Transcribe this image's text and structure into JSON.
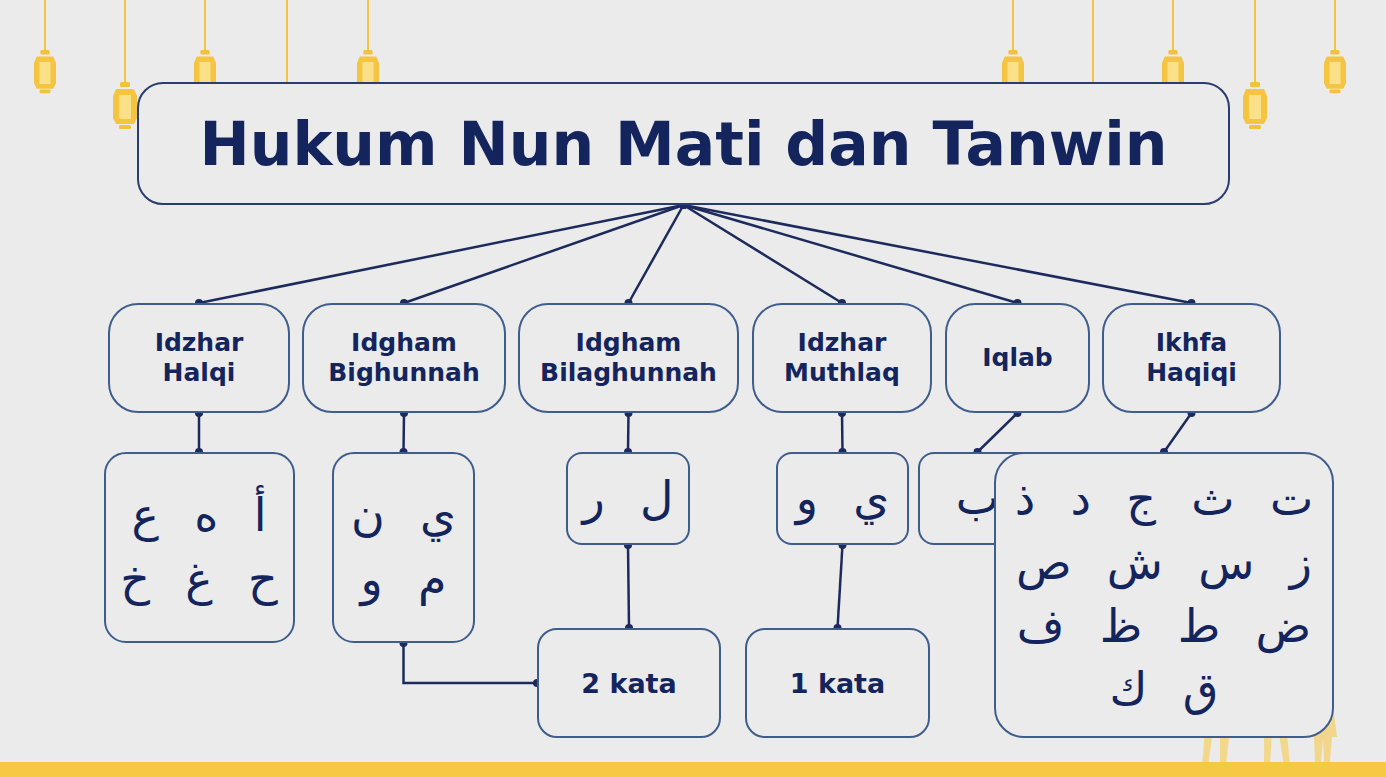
{
  "diagram": {
    "nodes": [
      {
        "text": [
          "Hukum Nun Mati dan Tanwin"
        ]
      },
      {
        "text": [
          "Idzhar Halqi"
        ]
      },
      {
        "text": [
          "Idgham Bighunnah"
        ]
      },
      {
        "text": [
          "Idgham Bilaghunnah"
        ]
      },
      {
        "text": [
          "Idzhar Muthlaq"
        ]
      },
      {
        "text": [
          "Iqlab"
        ]
      },
      {
        "text": [
          "Ikhfa Haqiqi"
        ]
      },
      {
        "text": [
          "أ ه ع ح غ خ"
        ]
      },
      {
        "text": [
          "ي ن م و"
        ]
      },
      {
        "text": [
          "ل ر"
        ]
      },
      {
        "text": [
          "ي و"
        ]
      },
      {
        "text": [
          "ب"
        ]
      },
      {
        "text": [
          "ت ث ج د ذ ز س ش ص ض ط ظ ف ق ك"
        ]
      },
      {
        "text": [
          "2 kata"
        ]
      },
      {
        "text": [
          "1 kata"
        ]
      }
    ],
    "edges": [
      {
        "from": 0,
        "to": 1,
        "arrow": "none"
      },
      {
        "from": 0,
        "to": 2,
        "arrow": "none"
      },
      {
        "from": 0,
        "to": 3,
        "arrow": "none"
      },
      {
        "from": 0,
        "to": 4,
        "arrow": "none"
      },
      {
        "from": 0,
        "to": 5,
        "arrow": "none"
      },
      {
        "from": 0,
        "to": 6,
        "arrow": "none"
      },
      {
        "from": 1,
        "to": 7,
        "arrow": "none"
      },
      {
        "from": 2,
        "to": 8,
        "arrow": "none"
      },
      {
        "from": 3,
        "to": 9,
        "arrow": "none"
      },
      {
        "from": 4,
        "to": 10,
        "arrow": "none"
      },
      {
        "from": 5,
        "to": 11,
        "arrow": "none"
      },
      {
        "from": 6,
        "to": 12,
        "arrow": "none"
      },
      {
        "from": 9,
        "to": 13,
        "arrow": "none"
      },
      {
        "from": 8,
        "to": 13,
        "arrow": "none"
      },
      {
        "from": 10,
        "to": 14,
        "arrow": "none"
      }
    ]
  }
}
